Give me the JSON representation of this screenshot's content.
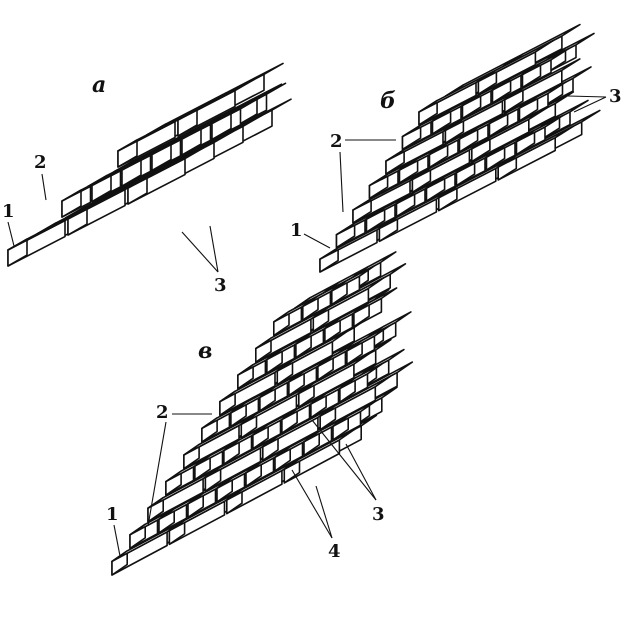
{
  "panels": [
    {
      "label": "а",
      "callouts": [
        "1",
        "2",
        "3"
      ]
    },
    {
      "label": "б",
      "callouts": [
        "1",
        "2",
        "3"
      ]
    },
    {
      "label": "в",
      "callouts": [
        "1",
        "2",
        "3",
        "4"
      ]
    }
  ],
  "colors": {
    "ink": "#111111",
    "paper": "#ffffff"
  }
}
